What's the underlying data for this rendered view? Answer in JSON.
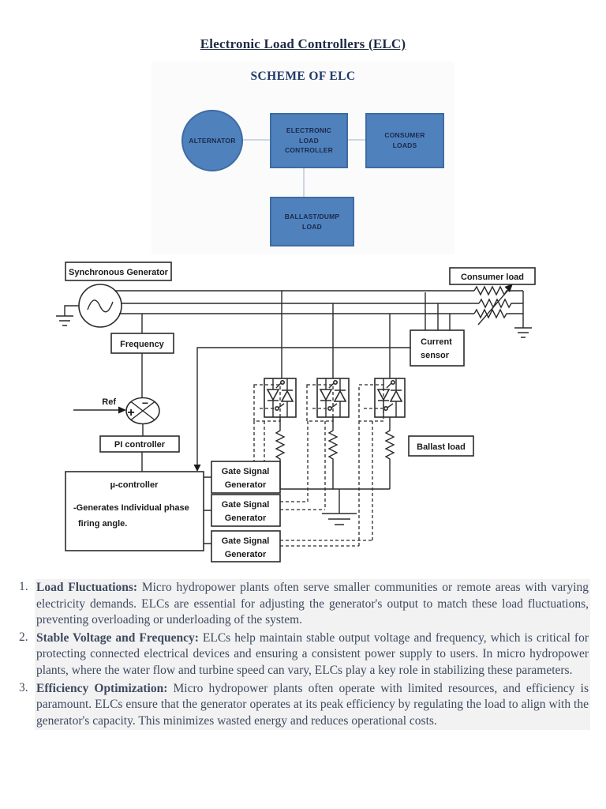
{
  "page": {
    "title": "Electronic Load Controllers (ELC)",
    "subtitle": "SCHEME OF ELC"
  },
  "block_diagram": {
    "fill_color": "#4f81bd",
    "border_color": "#3e6ca3",
    "alternator": "ALTERNATOR",
    "elc": "ELECTRONIC LOAD CONTROLLER",
    "consumer_loads": "CONSUMER LOADS",
    "ballast_dump_load": "BALLAST/DUMP LOAD"
  },
  "circuit": {
    "synchronous_generator": "Synchronous Generator",
    "consumer_load": "Consumer load",
    "frequency": "Frequency",
    "current_sensor_line1": "Current",
    "current_sensor_line2": "sensor",
    "ref": "Ref",
    "minus": "−",
    "plus": "+",
    "pi_controller": "PI controller",
    "ballast_load": "Ballast load",
    "mcu_title": "µ-controller",
    "mcu_line1": "-Generates Individual phase",
    "mcu_line2": "firing angle.",
    "gsg_line1": "Gate Signal",
    "gsg_line2": "Generator"
  },
  "list": {
    "items": [
      {
        "number": "1.",
        "lead": "Load Fluctuations:",
        "body": " Micro hydropower plants often serve smaller communities or remote areas with varying electricity demands. ELCs are essential for adjusting the generator's output to match these load fluctuations, preventing overloading or underloading of the system."
      },
      {
        "number": "2.",
        "lead": "Stable Voltage and Frequency:",
        "body": " ELCs help maintain stable output voltage and frequency, which is critical for protecting connected electrical devices and ensuring a consistent power supply to users. In micro hydropower plants, where the water flow and turbine speed can vary, ELCs play a key role in stabilizing these parameters."
      },
      {
        "number": "3.",
        "lead": "Efficiency Optimization:",
        "body": " Micro hydropower plants often operate with limited resources, and efficiency is paramount. ELCs ensure that the generator operates at its peak efficiency by regulating the load to align with the generator's capacity. This minimizes wasted energy and reduces operational costs."
      }
    ]
  }
}
